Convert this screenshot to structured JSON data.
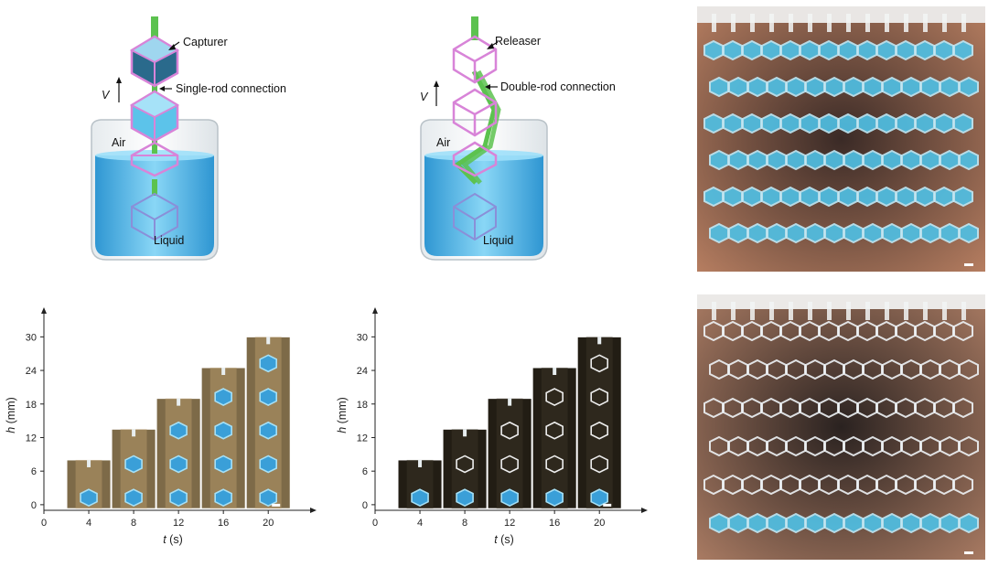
{
  "top_left": {
    "capturer_label": "Capturer",
    "connection_label": "Single-rod connection",
    "velocity_label": "V",
    "air_label": "Air",
    "liquid_label": "Liquid"
  },
  "top_middle": {
    "releaser_label": "Releaser",
    "connection_label": "Double-rod connection",
    "velocity_label": "V",
    "air_label": "Air",
    "liquid_label": "Liquid"
  },
  "colors": {
    "liquid": "#3fb6e8",
    "frame": "#d884d8",
    "rod": "#5cc24f",
    "photo_bg": "#8a5a45"
  },
  "chart_data": [
    {
      "type": "bar",
      "categories": [
        "4",
        "8",
        "12",
        "16",
        "20"
      ],
      "values": [
        8,
        13.5,
        19,
        24.5,
        30
      ],
      "xlabel_var": "t",
      "xlabel_unit": " (s)",
      "ylabel_var": "h",
      "ylabel_unit": " (mm)",
      "xticks": [
        "0",
        "4",
        "8",
        "12",
        "16",
        "20"
      ],
      "yticks": [
        "0",
        "6",
        "12",
        "18",
        "24",
        "30"
      ],
      "xlim": [
        0,
        23
      ],
      "ylim": [
        -1,
        33
      ],
      "style": "warm"
    },
    {
      "type": "bar",
      "categories": [
        "4",
        "8",
        "12",
        "16",
        "20"
      ],
      "values": [
        8,
        13.5,
        19,
        24.5,
        30
      ],
      "xlabel_var": "t",
      "xlabel_unit": " (s)",
      "ylabel_var": "h",
      "ylabel_unit": " (mm)",
      "xticks": [
        "0",
        "4",
        "8",
        "12",
        "16",
        "20"
      ],
      "yticks": [
        "0",
        "6",
        "12",
        "18",
        "24",
        "30"
      ],
      "xlim": [
        0,
        23
      ],
      "ylim": [
        -1,
        33
      ],
      "style": "dark"
    }
  ]
}
